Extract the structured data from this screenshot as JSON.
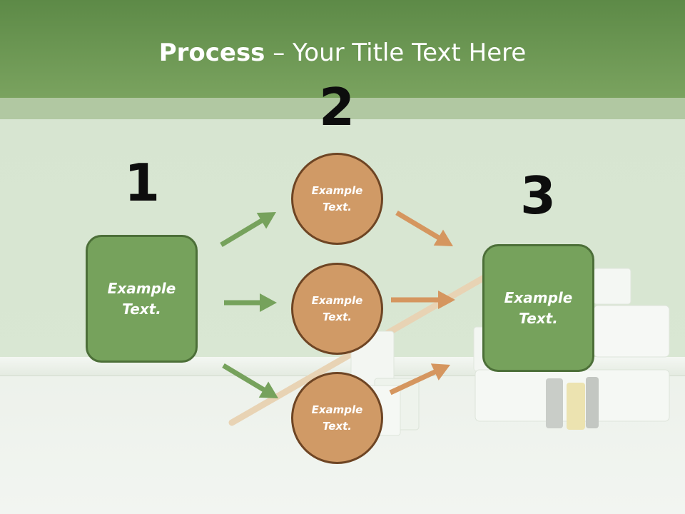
{
  "title": {
    "bold": "Process",
    "rest": " – Your Title Text Here"
  },
  "steps": {
    "n1": "1",
    "n2": "2",
    "n3": "3"
  },
  "nodes": {
    "start": "Example\nText.",
    "mid1": "Example\nText.",
    "mid2": "Example\nText.",
    "mid3": "Example\nText.",
    "end": "Example\nText."
  },
  "colors": {
    "header": "#7aa35f",
    "green_box": "#76a25c",
    "green_arrow": "#76a25c",
    "orange_circle": "#d09a66",
    "orange_arrow": "#d5965f"
  }
}
